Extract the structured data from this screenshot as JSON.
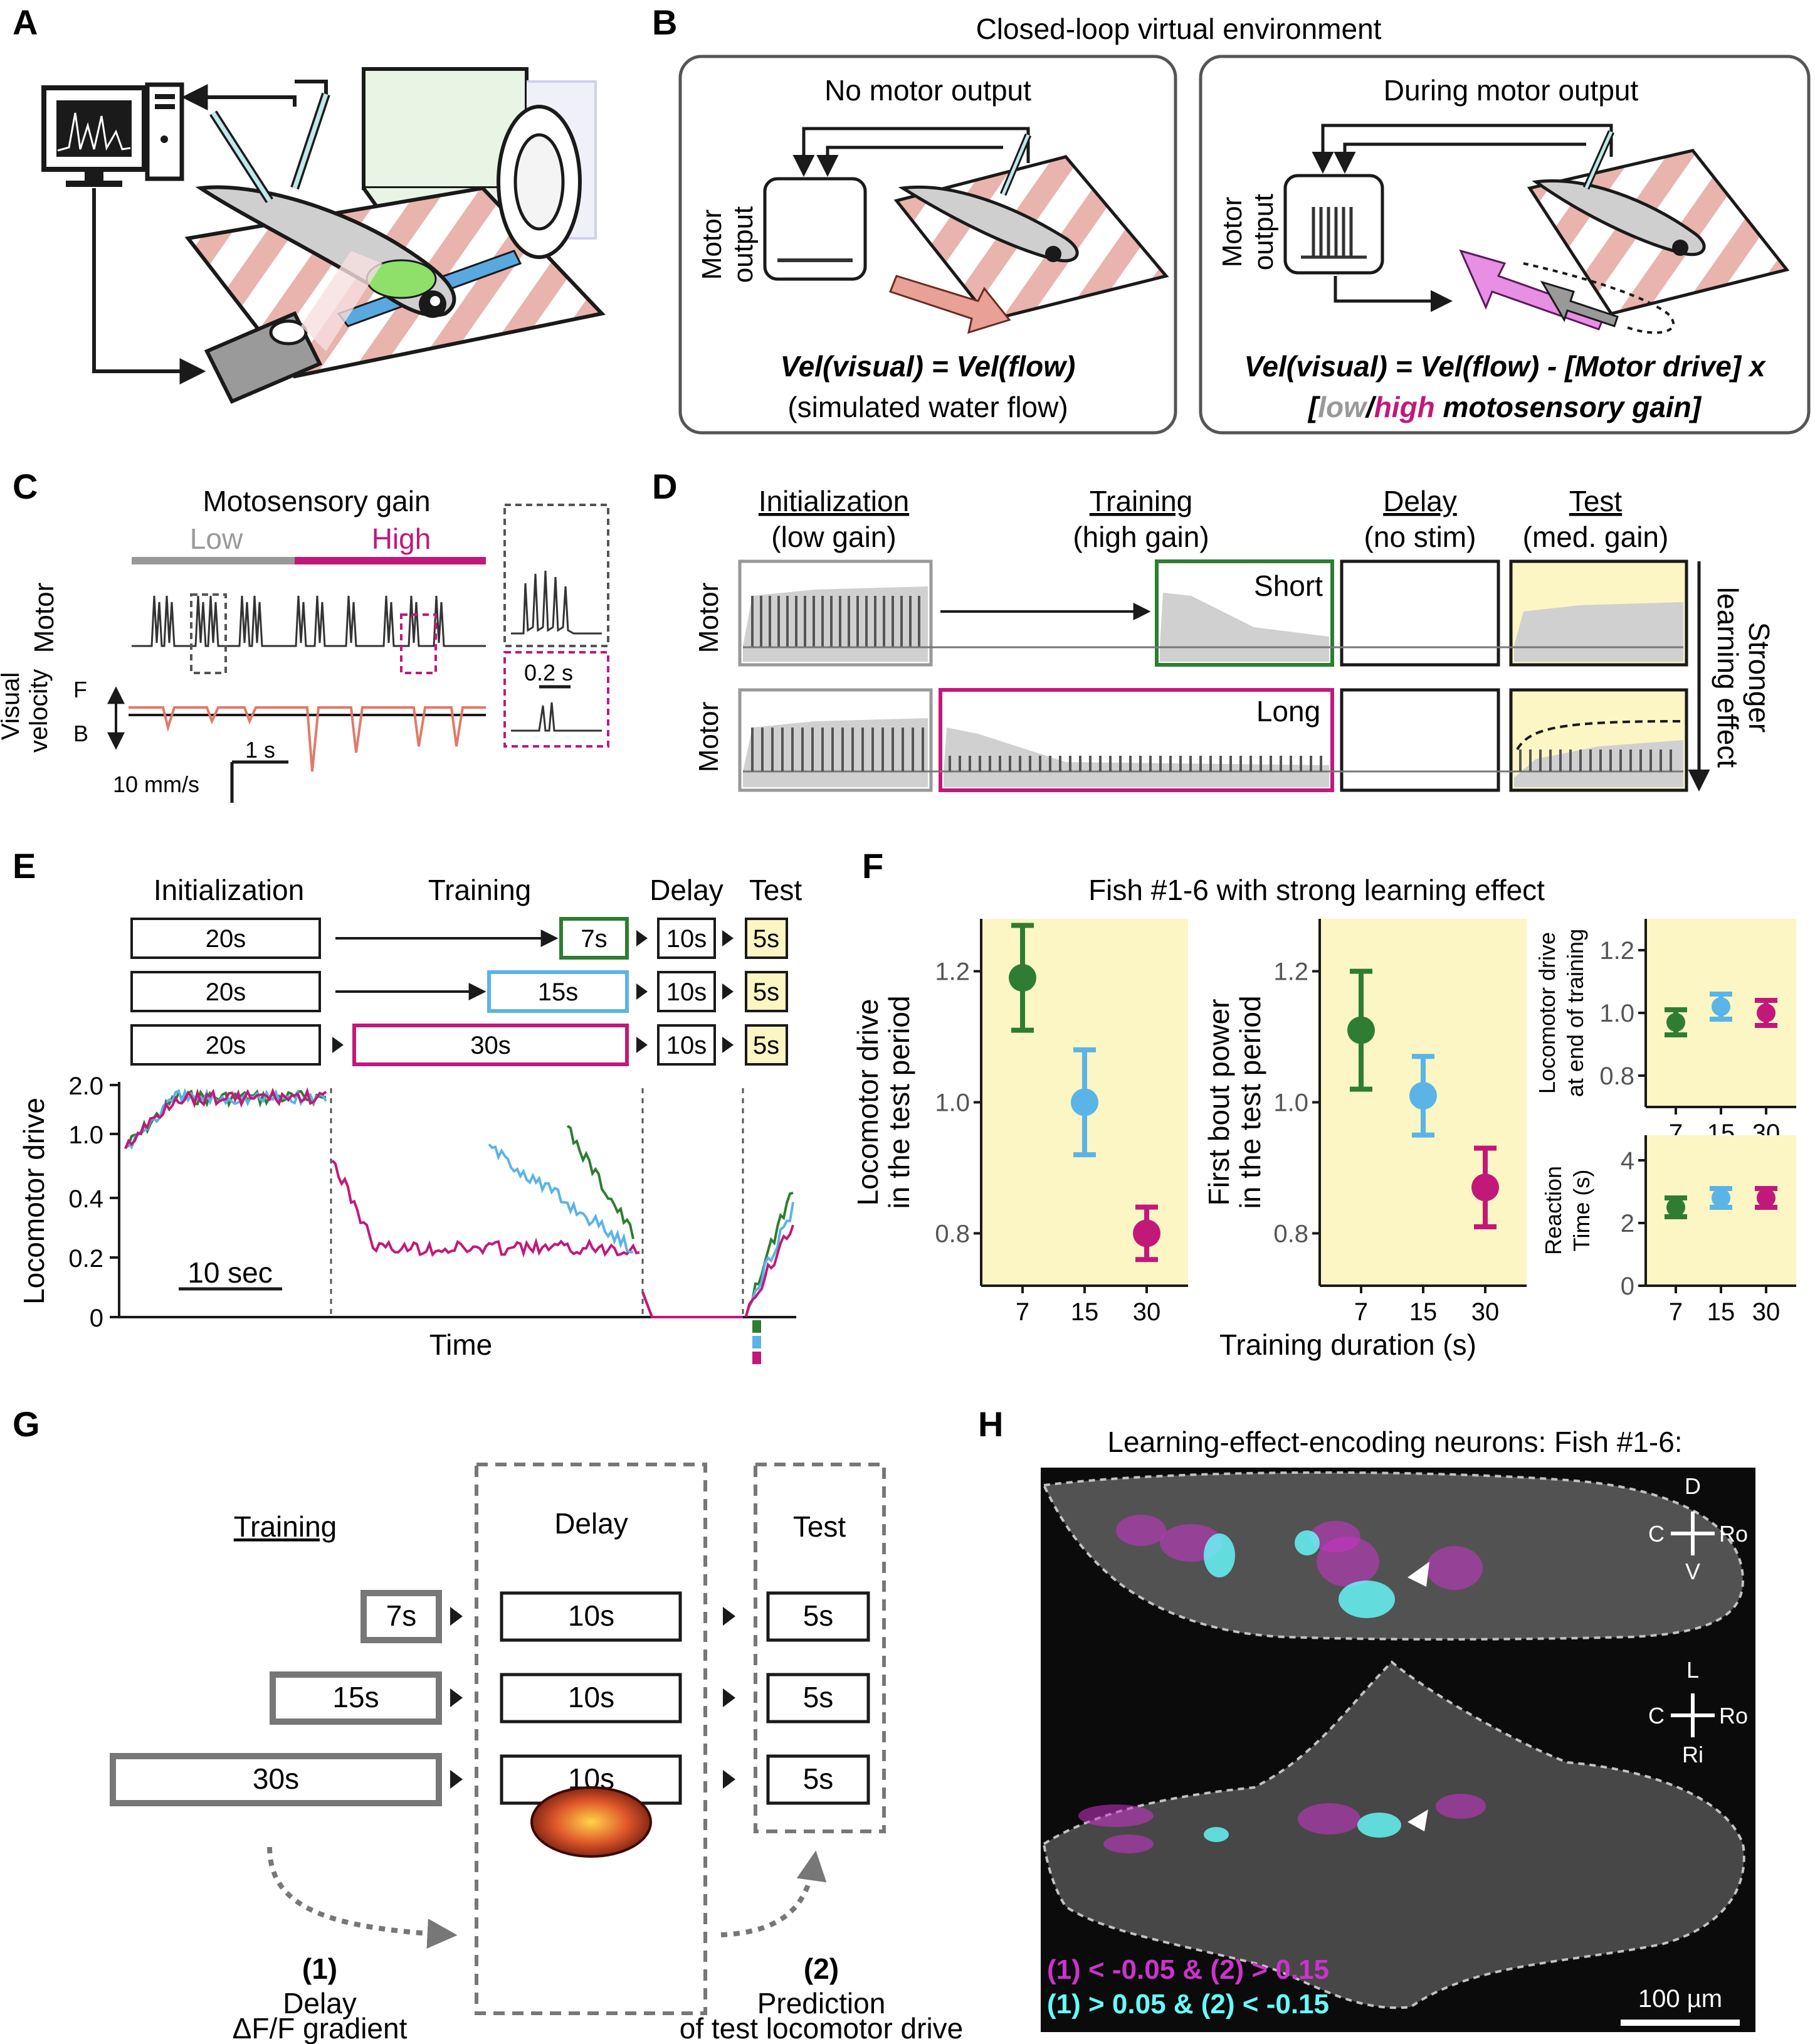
{
  "panels": {
    "A": {
      "letter": "A"
    },
    "B": {
      "letter": "B",
      "title": "Closed-loop virtual environment",
      "left": {
        "title": "No motor output",
        "motor_label_1": "Motor",
        "motor_label_2": "output",
        "eq_1": "Vel(visual) = Vel(flow)",
        "eq_2": "(simulated water flow)"
      },
      "right": {
        "title": "During motor output",
        "motor_label_1": "Motor",
        "motor_label_2": "output",
        "eq_1": "Vel(visual) =  Vel(flow) - [Motor drive] x",
        "eq_low": "low",
        "eq_slash": "/",
        "eq_high": "high",
        "eq_rest": " motosensory gain]",
        "eq_open": "["
      }
    },
    "C": {
      "letter": "C",
      "title": "Motosensory gain",
      "low": "Low",
      "high": "High",
      "motor": "Motor",
      "visual_1": "Visual",
      "visual_2": "velocity",
      "F": "F",
      "B": "B",
      "scale_time": "1 s",
      "scale_vel": "10 mm/s",
      "inset_scale": "0.2 s"
    },
    "D": {
      "letter": "D",
      "phases": [
        {
          "name": "Initialization",
          "sub": "(low gain)"
        },
        {
          "name": "Training",
          "sub": "(high gain)"
        },
        {
          "name": "Delay",
          "sub": "(no stim)"
        },
        {
          "name": "Test",
          "sub": "(med. gain)"
        }
      ],
      "short": "Short",
      "long": "Long",
      "motor": "Motor",
      "stronger_1": "Stronger",
      "stronger_2": "learning effect"
    },
    "E": {
      "letter": "E",
      "headers": [
        "Initialization",
        "Training",
        "Delay",
        "Test"
      ],
      "rows": [
        {
          "init": "20s",
          "train": "7s",
          "delay": "10s",
          "test": "5s",
          "color": "#2e7d32"
        },
        {
          "init": "20s",
          "train": "15s",
          "delay": "10s",
          "test": "5s",
          "color": "#5ab4e6"
        },
        {
          "init": "20s",
          "train": "30s",
          "delay": "10s",
          "test": "5s",
          "color": "#c2187a"
        }
      ],
      "ylabel": "Locomotor drive",
      "xlabel": "Time",
      "scalebar": "10 sec",
      "yticks": [
        "2.0",
        "1.0",
        "0.4",
        "0.2",
        "0"
      ]
    },
    "F": {
      "letter": "F",
      "title": "Fish #1-6 with strong learning effect",
      "xlabel": "Training duration (s)",
      "xticks": [
        "7",
        "15",
        "30"
      ],
      "colors": [
        "#2e7d32",
        "#5ab4e6",
        "#c2187a"
      ],
      "left_plot": {
        "ylabel_1": "Locomotor drive",
        "ylabel_2": "in the test period",
        "yticks": [
          "1.2",
          "1.0",
          "0.8"
        ],
        "ylim": [
          0.72,
          1.28
        ],
        "means": [
          1.19,
          1.0,
          0.8
        ],
        "err": [
          0.08,
          0.08,
          0.04
        ]
      },
      "mid_plot": {
        "ylabel_1": "First bout power",
        "ylabel_2": "in the test period",
        "yticks": [
          "1.2",
          "1.0",
          "0.8"
        ],
        "ylim": [
          0.72,
          1.28
        ],
        "means": [
          1.11,
          1.01,
          0.87
        ],
        "err": [
          0.09,
          0.06,
          0.06
        ]
      },
      "top_small": {
        "ylabel_1": "Locomotor drive",
        "ylabel_2": "at end of training",
        "yticks": [
          "1.2",
          "1.0",
          "0.8"
        ],
        "ylim": [
          0.7,
          1.3
        ],
        "means": [
          0.97,
          1.02,
          1.0
        ],
        "err": [
          0.04,
          0.04,
          0.04
        ]
      },
      "bottom_small": {
        "ylabel_1": "Reaction",
        "ylabel_2": "Time (s)",
        "yticks": [
          "4",
          "2",
          "0"
        ],
        "ylim": [
          0,
          4.8
        ],
        "means": [
          2.5,
          2.8,
          2.8
        ],
        "err": [
          0.3,
          0.3,
          0.3
        ]
      }
    },
    "G": {
      "letter": "G",
      "training": "Training",
      "delay": "Delay",
      "test": "Test",
      "rows": [
        {
          "train": "7s",
          "delay": "10s",
          "test": "5s"
        },
        {
          "train": "15s",
          "delay": "10s",
          "test": "5s"
        },
        {
          "train": "30s",
          "delay": "10s",
          "test": "5s"
        }
      ],
      "n1": "(1)",
      "n1_line1": "Delay",
      "n1_line2": "ΔF/F gradient",
      "n2": "(2)",
      "n2_line1": "Prediction",
      "n2_line2": "of test locomotor drive"
    },
    "H": {
      "letter": "H",
      "title": "Learning-effect-encoding neurons: Fish #1-6:",
      "axis_top": {
        "up": "D",
        "down": "V",
        "left": "C",
        "right": "Ro"
      },
      "axis_bottom": {
        "up": "L",
        "down": "Ri",
        "left": "C",
        "right": "Ro"
      },
      "legend_1": "(1) < -0.05 & (2) > 0.15",
      "legend_2": "(1) > 0.05  & (2) < -0.15",
      "scalebar": "100 µm",
      "color_1": "#cc33cc",
      "color_2": "#66ffff"
    }
  }
}
